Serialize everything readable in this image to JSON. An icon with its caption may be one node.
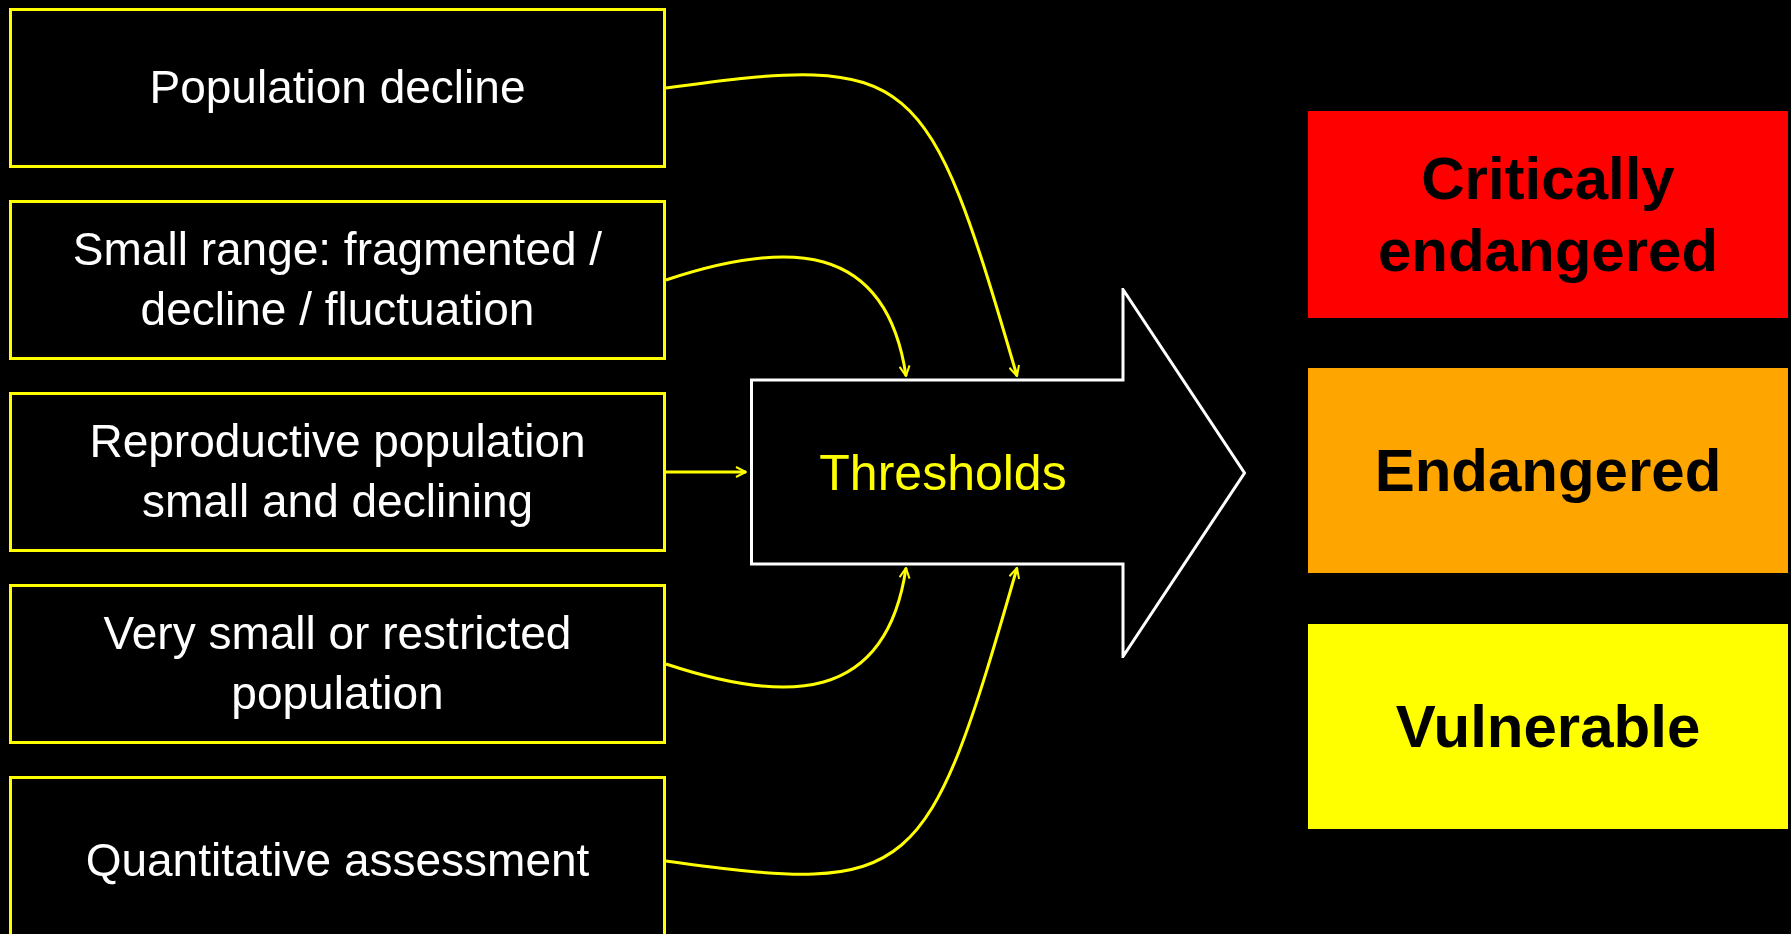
{
  "diagram": {
    "nodes": [
      {
        "text": [
          "Population decline"
        ]
      },
      {
        "text": [
          "Small range: fragmented / decline / fluctuation"
        ]
      },
      {
        "text": [
          "Reproductive population small and declining"
        ]
      },
      {
        "text": [
          "Very small or restricted population"
        ]
      },
      {
        "text": [
          "Quantitative assessment"
        ]
      },
      {
        "text": [
          "Thresholds"
        ]
      },
      {
        "text": [
          "Critically endangered"
        ]
      },
      {
        "text": [
          "Endangered"
        ]
      },
      {
        "text": [
          "Vulnerable"
        ]
      }
    ],
    "edges": [
      {
        "from": 0,
        "to": 5,
        "arrow": "to"
      },
      {
        "from": 1,
        "to": 5,
        "arrow": "to"
      },
      {
        "from": 2,
        "to": 5,
        "arrow": "to"
      },
      {
        "from": 3,
        "to": 5,
        "arrow": "to"
      },
      {
        "from": 4,
        "to": 5,
        "arrow": "to"
      }
    ]
  }
}
